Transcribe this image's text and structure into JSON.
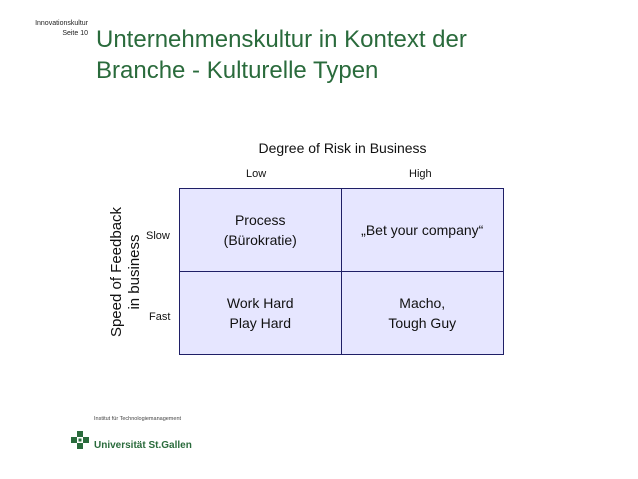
{
  "corner": {
    "line1": "Innovationskultur",
    "line2": "Seite 10"
  },
  "title": {
    "line1": "Unternehmenskultur in Kontext der",
    "line2": "Branche - Kulturelle Typen"
  },
  "matrix": {
    "top_axis": "Degree of Risk in Business",
    "col_low": "Low",
    "col_high": "High",
    "side_axis_line1": "Speed of Feedback",
    "side_axis_line2": "in business",
    "row_slow": "Slow",
    "row_fast": "Fast",
    "cell_slow_low": "Process\n(Bürokratie)",
    "cell_slow_high": "„Bet your company“",
    "cell_fast_low": "Work Hard\nPlay Hard",
    "cell_fast_high": "Macho,\nTough Guy"
  },
  "footer": {
    "institute": "Institut für Technologiemanagement",
    "university": "Universität St.Gallen"
  },
  "colors": {
    "title": "#2a6b3c",
    "cell_fill": "#e6e6ff",
    "border": "#1f1f66"
  }
}
